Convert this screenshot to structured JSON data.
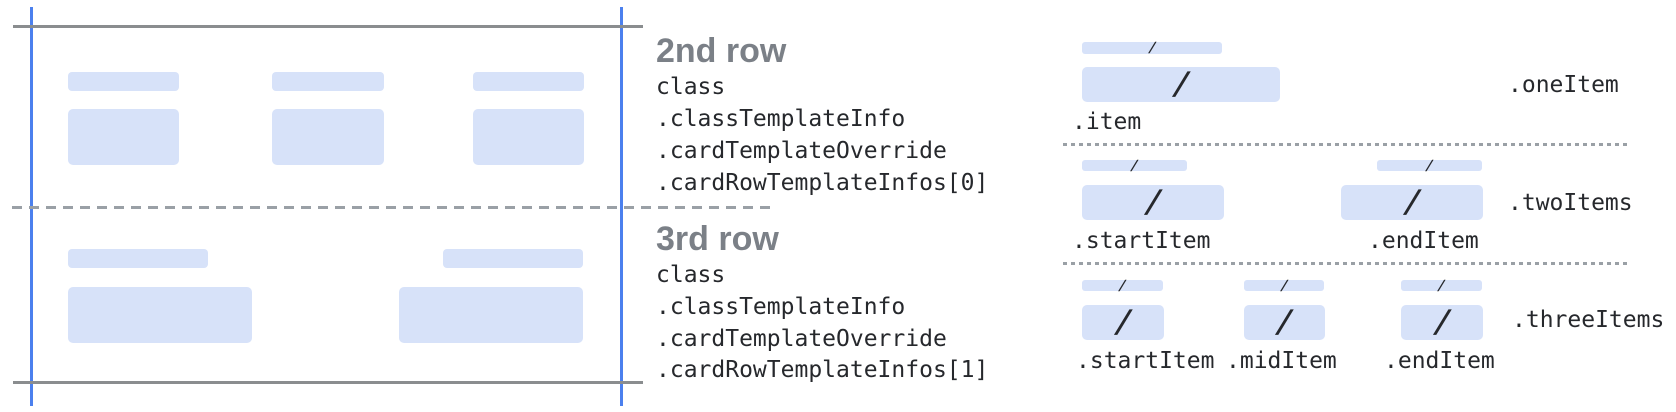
{
  "figure": {
    "left_panel": {
      "row2": {
        "heading": "2nd row",
        "path_lines": [
          "class",
          ".classTemplateInfo",
          ".cardTemplateOverride",
          ".cardRowTemplateInfos[0]"
        ]
      },
      "row3": {
        "heading": "3rd row",
        "path_lines": [
          "class",
          ".classTemplateInfo",
          ".cardTemplateOverride",
          ".cardRowTemplateInfos[1]"
        ]
      }
    },
    "right_panel": {
      "slash": "/",
      "one_item": {
        "template_label": ".oneItem",
        "item_labels": [
          ".item"
        ]
      },
      "two_items": {
        "template_label": ".twoItems",
        "item_labels": [
          ".startItem",
          ".endItem"
        ]
      },
      "three_items": {
        "template_label": ".threeItems",
        "item_labels": [
          ".startItem",
          ".midItem",
          ".endItem"
        ]
      }
    },
    "colors": {
      "card_edge_blue": "#4b80ee",
      "placeholder_blue": "#d7e2f9",
      "crop_line_gray": "#8a8d8f",
      "divider_gray": "#9aa0a6",
      "heading_gray": "#7b8087",
      "code_text": "#26282c"
    }
  }
}
